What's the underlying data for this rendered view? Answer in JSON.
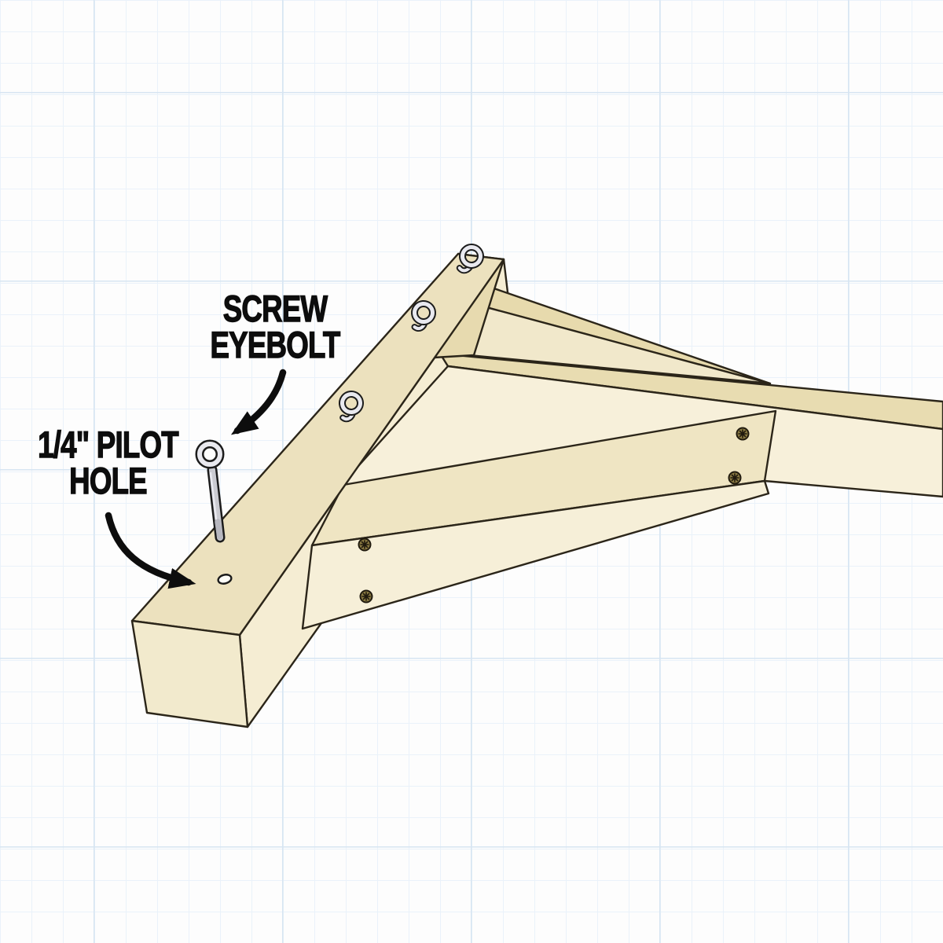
{
  "figure": {
    "type": "instructional-diagram",
    "subject": "Wood frame corner with screw eyebolts on graph paper",
    "background": "graph-paper"
  },
  "labels": {
    "screw_eyebolt": {
      "text": "SCREW EYEBOLT",
      "line1": "SCREW",
      "line2": "EYEBOLT"
    },
    "pilot_hole": {
      "text": "1/4\" PILOT HOLE",
      "line1": "1/4\" PILOT",
      "line2": "HOLE"
    }
  },
  "hardware": {
    "installed_eyebolts": 3,
    "loose_eyebolts": 1,
    "screws": 4,
    "pilot_holes": 1
  },
  "colors": {
    "wood_top": "#ECE1BE",
    "wood_light": "#F6EFD8",
    "wood_tan": "#E8DCB1",
    "outline": "#2B2519",
    "grid_minor": "#EAF2FA",
    "grid_major": "#D7E5F2",
    "label_text": "#0D0D0D",
    "metal_light": "#E9E9EF",
    "metal_mid": "#CBCBD1"
  }
}
